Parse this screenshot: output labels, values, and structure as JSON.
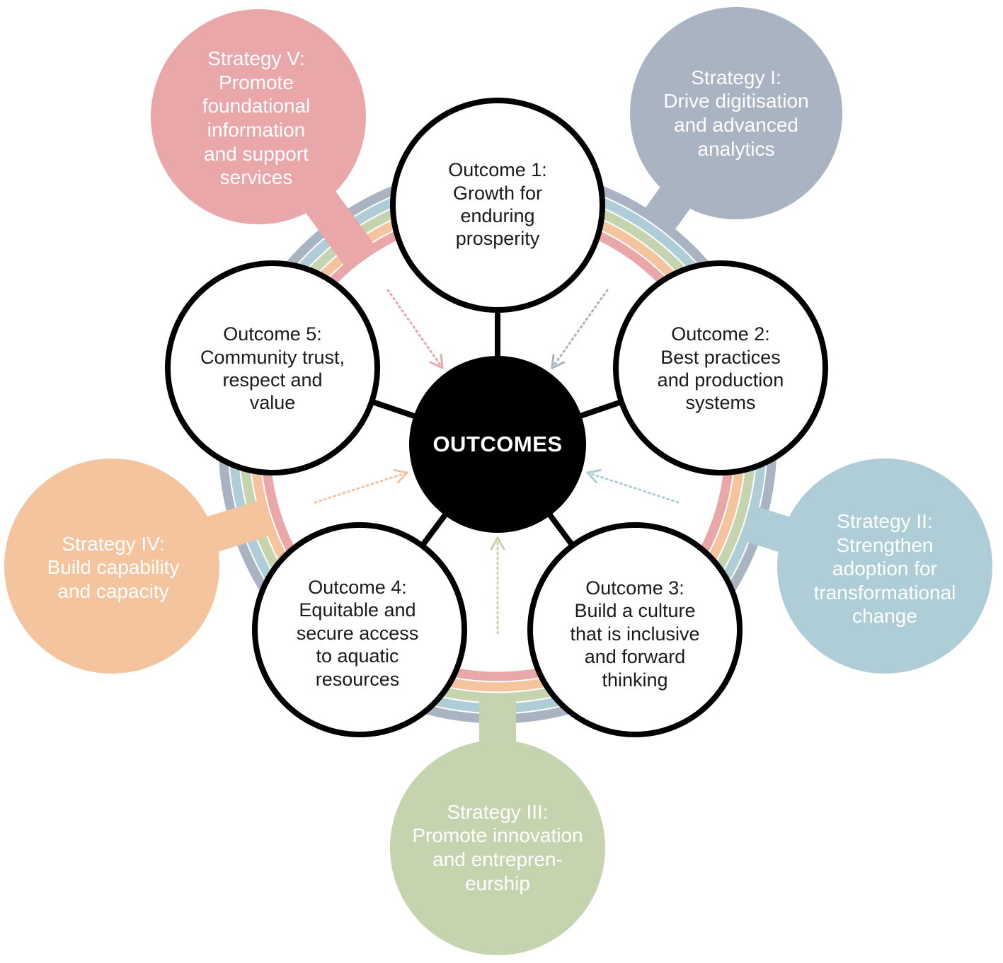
{
  "center": {
    "label": "OUTCOMES"
  },
  "strategies": [
    {
      "id": "I",
      "lines": [
        "Strategy I:",
        "Drive digitisation",
        "and advanced",
        "analytics"
      ],
      "color": "#a9b3c1"
    },
    {
      "id": "II",
      "lines": [
        "Strategy II:",
        "Strengthen",
        "adoption for",
        "transformational",
        "change"
      ],
      "color": "#aecdd6"
    },
    {
      "id": "III",
      "lines": [
        "Strategy III:",
        "Promote innovation",
        "and entrepren-",
        "eurship"
      ],
      "color": "#c5d4ae"
    },
    {
      "id": "IV",
      "lines": [
        "Strategy IV:",
        "Build capability",
        "and capacity"
      ],
      "color": "#f4c49e"
    },
    {
      "id": "V",
      "lines": [
        "Strategy V:",
        "Promote",
        "foundational",
        "information",
        "and support",
        "services"
      ],
      "color": "#eaa7aa"
    }
  ],
  "outcomes": [
    {
      "id": "1",
      "lines": [
        "Outcome 1:",
        "Growth for",
        "enduring",
        "prosperity"
      ]
    },
    {
      "id": "2",
      "lines": [
        "Outcome 2:",
        "Best practices",
        "and production",
        "systems"
      ]
    },
    {
      "id": "3",
      "lines": [
        "Outcome 3:",
        "Build a culture",
        "that is inclusive",
        "and forward",
        "thinking"
      ]
    },
    {
      "id": "4",
      "lines": [
        "Outcome 4:",
        "Equitable and",
        "secure access",
        "to aquatic",
        "resources"
      ]
    },
    {
      "id": "5",
      "lines": [
        "Outcome 5:",
        "Community trust,",
        "respect and",
        "value"
      ]
    }
  ]
}
